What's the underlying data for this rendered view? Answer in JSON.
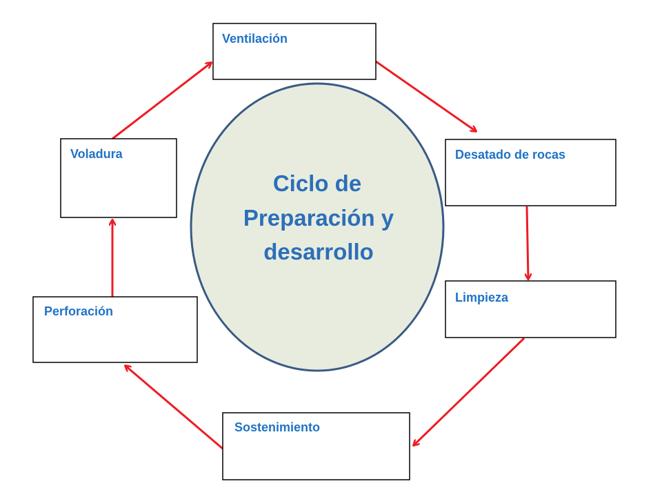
{
  "center": {
    "lines": [
      "Ciclo de",
      "Preparación y",
      "desarrollo"
    ]
  },
  "steps": [
    {
      "id": "ventilacion",
      "label": "Ventilación"
    },
    {
      "id": "desatado",
      "label": "Desatado de rocas"
    },
    {
      "id": "limpieza",
      "label": "Limpieza"
    },
    {
      "id": "sostenimiento",
      "label": "Sostenimiento"
    },
    {
      "id": "perforacion",
      "label": "Perforación"
    },
    {
      "id": "voladura",
      "label": "Voladura"
    }
  ],
  "colors": {
    "text": "#1f73c6",
    "center_text": "#2c6fb8",
    "ellipse_fill": "#e8ecdf",
    "ellipse_stroke": "#3a5a84",
    "arrow": "#ee1c24",
    "box_stroke": "#000000"
  }
}
